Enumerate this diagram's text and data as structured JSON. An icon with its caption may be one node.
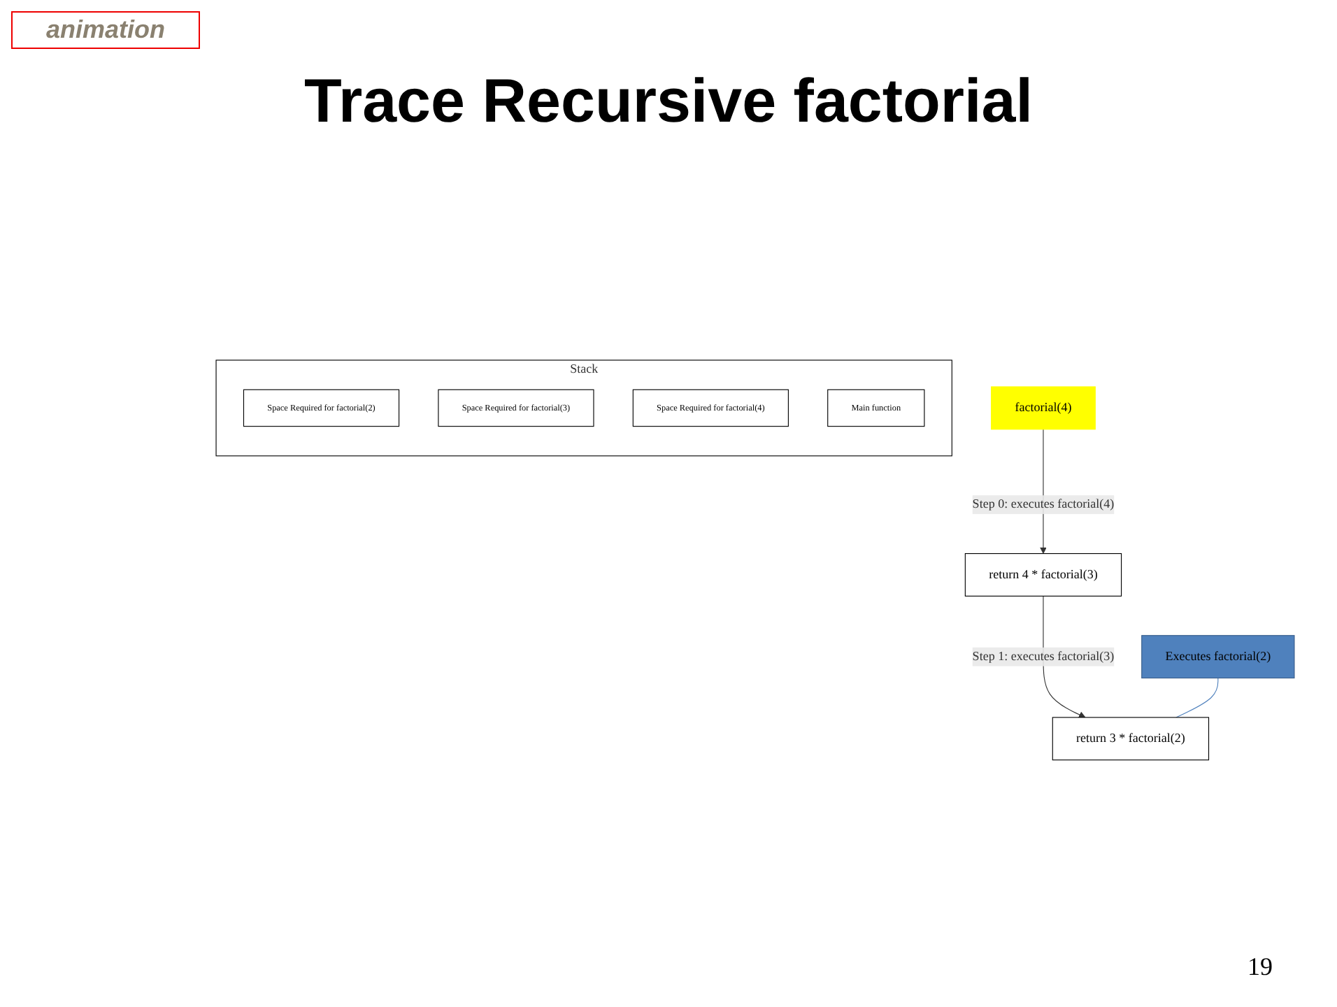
{
  "diagram": {
    "title": "Trace Recursive factorial",
    "nodes": [
      {
        "text": [
          "factorial(4)"
        ]
      },
      {
        "text": [
          "return 4 * factorial(3)"
        ]
      },
      {
        "text": [
          "return 3 * factorial(2)"
        ]
      },
      {
        "text": [
          "Executes factorial(2)"
        ]
      },
      {
        "text": [
          "Stack"
        ]
      },
      {
        "text": [
          "Space Required for factorial(2)"
        ],
        "in": 4
      },
      {
        "text": [
          "Space Required for factorial(3)"
        ],
        "in": 4
      },
      {
        "text": [
          "Space Required for factorial(4)"
        ],
        "in": 4
      },
      {
        "text": [
          "Main function"
        ],
        "in": 4
      }
    ],
    "edges": [
      {
        "from": 0,
        "to": 1,
        "arrow": "to",
        "label": "Step 0: executes factorial(4)"
      },
      {
        "from": 1,
        "to": 2,
        "arrow": "to",
        "label": "Step 1: executes factorial(3)"
      },
      {
        "from": 3,
        "to": 2,
        "arrow": "none",
        "color": "#4f81bd"
      }
    ],
    "labels": [
      "animation",
      "19"
    ]
  }
}
